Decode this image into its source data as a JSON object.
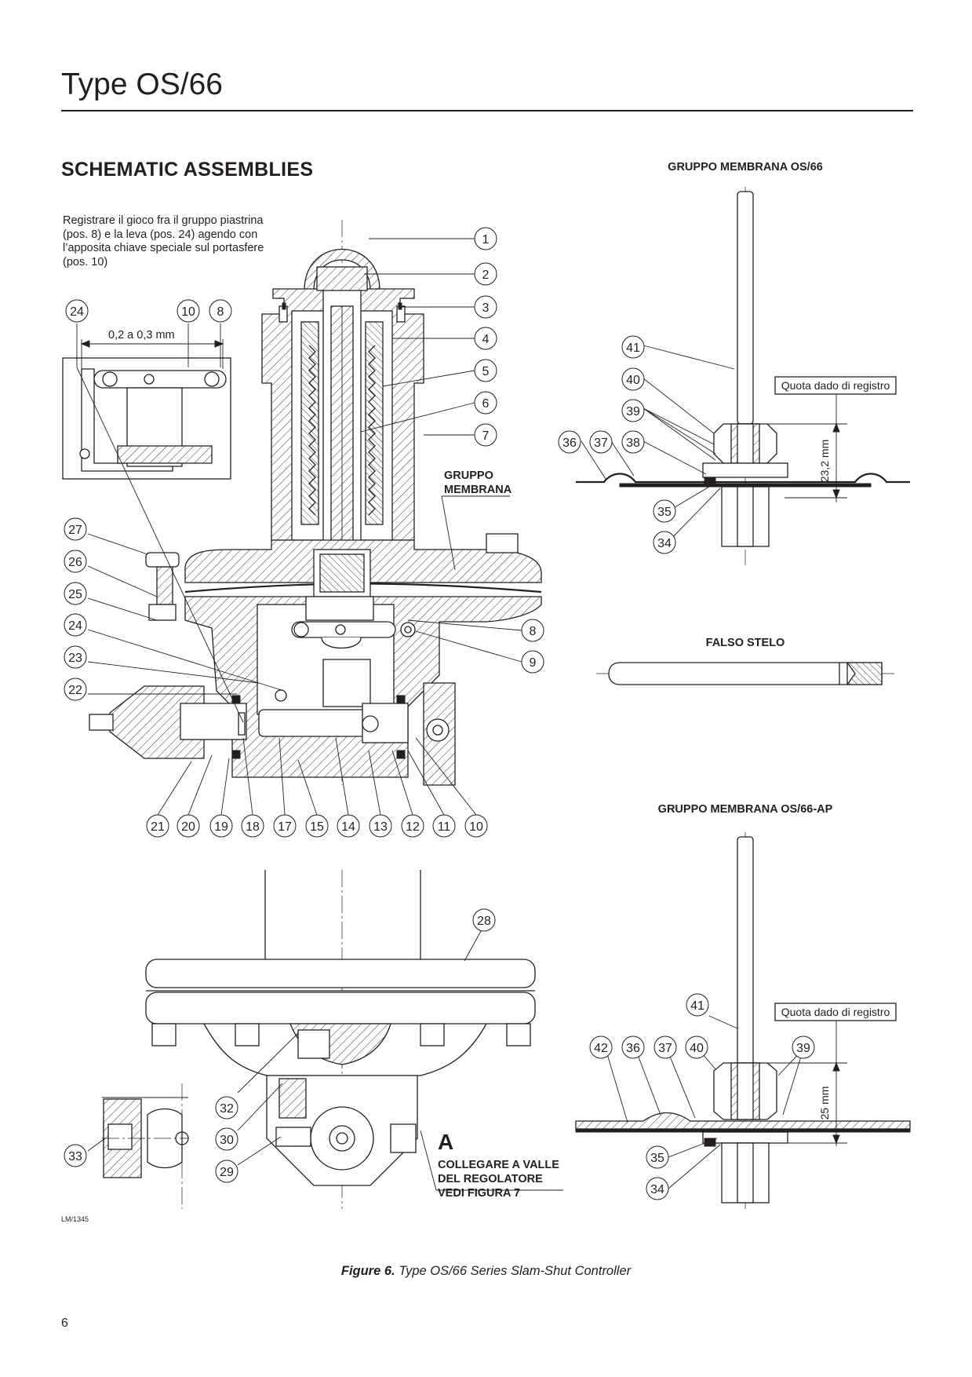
{
  "header": {
    "title": "Type OS/66"
  },
  "section": {
    "title": "SCHEMATIC ASSEMBLIES"
  },
  "note": {
    "text": "Registrare il gioco fra il gruppo piastrina (pos. 8) e la leva (pos. 24) agendo con l’apposita chiave speciale sul portasfere (pos. 10)"
  },
  "labels": {
    "gap": "0,2 a 0,3 mm",
    "gruppo_membrana_1": "GRUPPO",
    "gruppo_membrana_2": "MEMBRANA",
    "letter_a": "A",
    "collegare_1": "COLLEGARE A VALLE",
    "collegare_2": "DEL REGOLATORE",
    "collegare_3": "VEDI FIGURA 7",
    "quota_1": "Quota dado di registro",
    "quota_2": "Quota dado di registro",
    "dim_1": "23,2 mm",
    "dim_2": "25 mm",
    "lm_code": "LM/1345"
  },
  "groups": {
    "membrana_os66": "GRUPPO MEMBRANA OS/66",
    "falso_stelo": "FALSO STELO",
    "membrana_os66ap": "GRUPPO MEMBRANA OS/66-AP"
  },
  "callouts": {
    "main_right": [
      "1",
      "2",
      "3",
      "4",
      "5",
      "6",
      "7",
      "8",
      "9"
    ],
    "main_left": [
      "27",
      "26",
      "25",
      "24",
      "23",
      "22"
    ],
    "main_bottom": [
      "21",
      "20",
      "19",
      "18",
      "17",
      "15",
      "14",
      "13",
      "12",
      "11",
      "10"
    ],
    "detail": [
      "24",
      "10",
      "8"
    ],
    "lower": [
      "28",
      "32",
      "30",
      "29",
      "33"
    ],
    "os66": [
      "41",
      "40",
      "39",
      "36",
      "37",
      "38",
      "35",
      "34"
    ],
    "os66ap": [
      "41",
      "42",
      "36",
      "37",
      "40",
      "39",
      "35",
      "34"
    ]
  },
  "caption": {
    "figure": "Figure 6.",
    "text": "Type OS/66 Series Slam-Shut Controller"
  },
  "footer": {
    "page": "6"
  }
}
